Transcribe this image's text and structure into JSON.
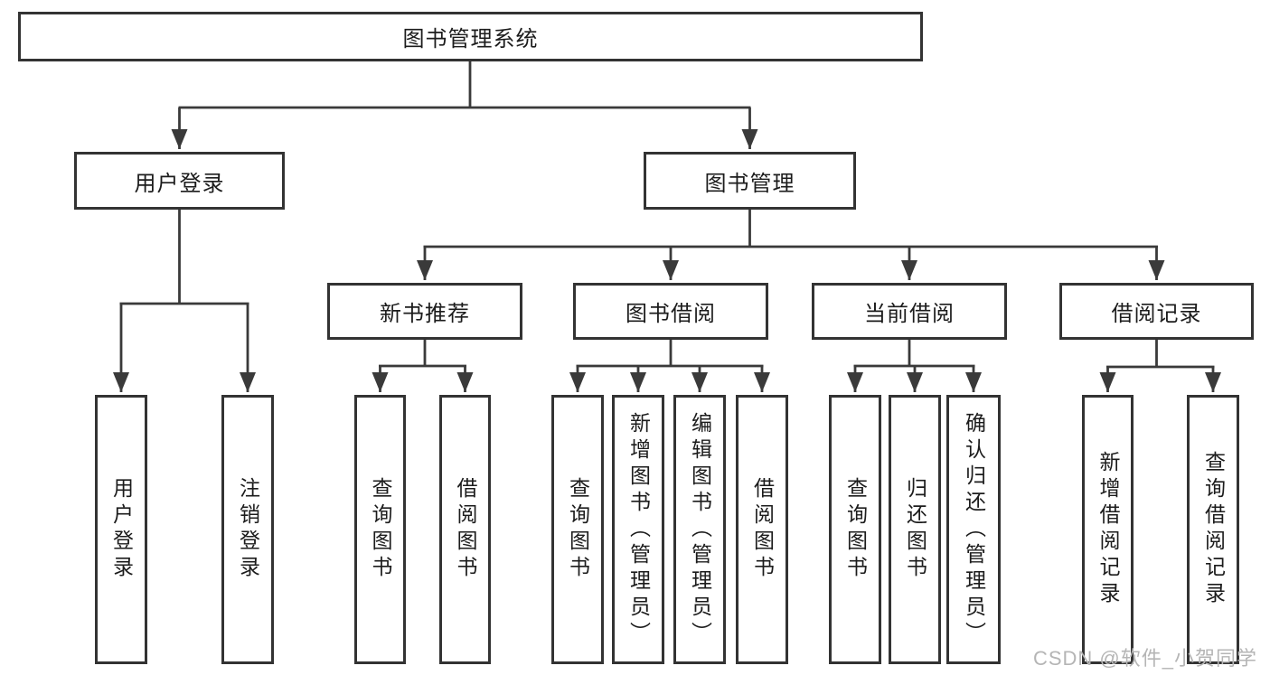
{
  "tree": {
    "label": "图书管理系统",
    "children": [
      {
        "label": "用户登录",
        "children": [
          {
            "label": "用户登录"
          },
          {
            "label": "注销登录"
          }
        ]
      },
      {
        "label": "图书管理",
        "children": [
          {
            "label": "新书推荐",
            "children": [
              {
                "label": "查询图书"
              },
              {
                "label": "借阅图书"
              }
            ]
          },
          {
            "label": "图书借阅",
            "children": [
              {
                "label": "查询图书"
              },
              {
                "label": "新增图书（管理员）"
              },
              {
                "label": "编辑图书（管理员）"
              },
              {
                "label": "借阅图书"
              }
            ]
          },
          {
            "label": "当前借阅",
            "children": [
              {
                "label": "查询图书"
              },
              {
                "label": "归还图书"
              },
              {
                "label": "确认归还（管理员）"
              }
            ]
          },
          {
            "label": "借阅记录",
            "children": [
              {
                "label": "新增借阅记录"
              },
              {
                "label": "查询借阅记录"
              }
            ]
          }
        ]
      }
    ]
  },
  "watermark": "CSDN @软件_小贺同学",
  "colors": {
    "line": "#3a3a3a",
    "border": "#333333",
    "text": "#1c1c1c",
    "watermark": "#b5b5b5",
    "background": "#ffffff"
  }
}
